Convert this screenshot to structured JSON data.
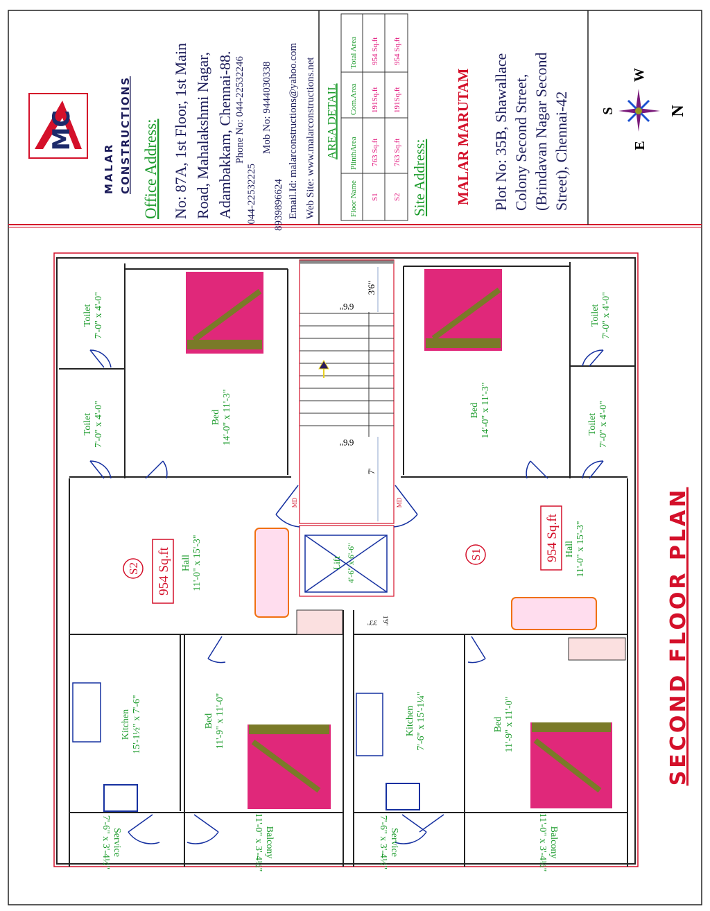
{
  "company": {
    "logo_text": "MC",
    "name_line1": "MALAR",
    "name_line2": "CONSTRUCTIONS",
    "office_heading": "Office Address:",
    "address_lines": [
      "No: 87A, 1st Floor, 1st Main",
      "Road, Mahalakshmi Nagar,",
      "Adambakkam, Chennai-88."
    ],
    "phone_label": "Phone No: 044-22532246",
    "phone_2": "044-22532225",
    "mob_label": "Mob No: 9444030338",
    "mob_2": "8939896624",
    "email": "Email.Id:  malarconstructions@yahoo.com",
    "website": "Web Site:  www.malarconstructions.net"
  },
  "area_detail": {
    "heading": "AREA DETAIL",
    "columns": [
      "Floor Name",
      "PlinthArea",
      "Com.Area",
      "Total Area"
    ],
    "rows": [
      [
        "S1",
        "763 Sq.ft",
        "191Sq.ft",
        "954 Sq.ft"
      ],
      [
        "S2",
        "763 Sq.ft",
        "191Sq.ft",
        "954 Sq.ft"
      ]
    ]
  },
  "site": {
    "heading": "Site Address:",
    "project_name": "MALAR MARUTAM",
    "address_lines": [
      "Plot No: 35B,  Shawallace",
      "Colony  Second  Street,",
      "(Brindavan Nagar Second",
      "Street), Chennai-42"
    ]
  },
  "compass": {
    "n": "N",
    "s": "S",
    "e": "E",
    "w": "W"
  },
  "plan": {
    "title": "SECOND FLOOR PLAN",
    "units": {
      "s2": {
        "tag": "S2",
        "area": "954 Sq.ft"
      },
      "s1": {
        "tag": "S1",
        "area": "954 Sq.ft"
      }
    },
    "rooms": {
      "s2_toilet1": {
        "name": "Toilet",
        "dim": "7'-0\" x 4'-0\""
      },
      "s2_toilet2": {
        "name": "Toilet",
        "dim": "7'-0\" x 4'-0\""
      },
      "s2_bed1": {
        "name": "Bed",
        "dim": "14'-0\" x 11'-3\""
      },
      "s2_hall": {
        "name": "Hall",
        "dim": "11'-0\" x 15'-3\""
      },
      "s2_kitchen": {
        "name": "Kitchen",
        "dim": "15'-1½\" x 7'-6\""
      },
      "s2_bed2": {
        "name": "Bed",
        "dim": "11'-9\" x 11'-0\""
      },
      "s2_service": {
        "name": "Service",
        "dim": "7'-6\" x 3'-4½\""
      },
      "s2_balcony": {
        "name": "Balcony",
        "dim": "11'-0\" x 3'-4½\""
      },
      "s1_toilet1": {
        "name": "Toilet",
        "dim": "7'-0\" x 4'-0\""
      },
      "s1_toilet2": {
        "name": "Toilet",
        "dim": "7'-0\" x 4'-0\""
      },
      "s1_bed1": {
        "name": "Bed",
        "dim": "14'-0\" x 11'-3\""
      },
      "s1_hall": {
        "name": "Hall",
        "dim": "11'-0\" x 15'-3\""
      },
      "s1_kitchen": {
        "name": "Kitchen",
        "dim": "7'-6\" x 15'-1¼\""
      },
      "s1_bed2": {
        "name": "Bed",
        "dim": "11'-9\" x 11'-0\""
      },
      "s1_service": {
        "name": "Service",
        "dim": "7'-6\" x 3'-4½\""
      },
      "s1_balcony": {
        "name": "Balcony",
        "dim": "11'-0\" x 3'-4½\""
      }
    },
    "stair": {
      "width_top": "6'6\"",
      "landing_top": "3'6\"",
      "width_bottom": "6'6\"",
      "landing_bottom": "7'"
    },
    "lift": {
      "name": "Lift",
      "dim": "4'-6\" x 6'-6\""
    },
    "duct": {
      "a": "3'3\"",
      "b": "1'9\""
    },
    "main_door": "MD"
  }
}
